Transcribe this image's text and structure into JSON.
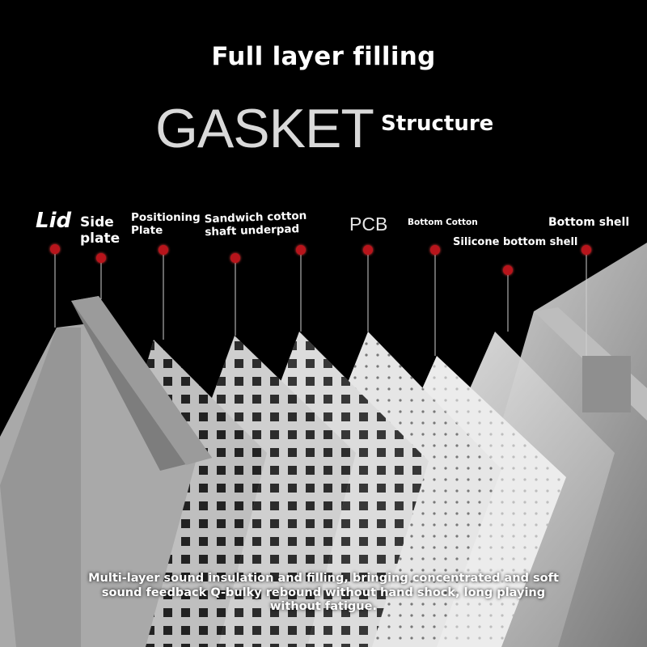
{
  "headline": "Full layer filling",
  "brand": {
    "word": "GASKET",
    "suffix": "Structure"
  },
  "layers": [
    {
      "name": "Lid"
    },
    {
      "line1": "Side",
      "line2": "plate"
    },
    {
      "line1": "Positioning",
      "line2": "Plate"
    },
    {
      "line1": "Sandwich cotton",
      "line2": "shaft underpad"
    },
    {
      "name": "PCB"
    },
    {
      "name": "Bottom Cotton"
    },
    {
      "name": "Silicone bottom shell"
    },
    {
      "name": "Bottom shell"
    }
  ],
  "caption": "Multi-layer sound insulation and filling, bringing concentrated and soft sound feedback Q-bulky rebound without hand shock, long playing without fatigue.",
  "colors": {
    "background": "#000000",
    "marker": "#b8141b",
    "gasket_text": "#d9d9d9"
  }
}
